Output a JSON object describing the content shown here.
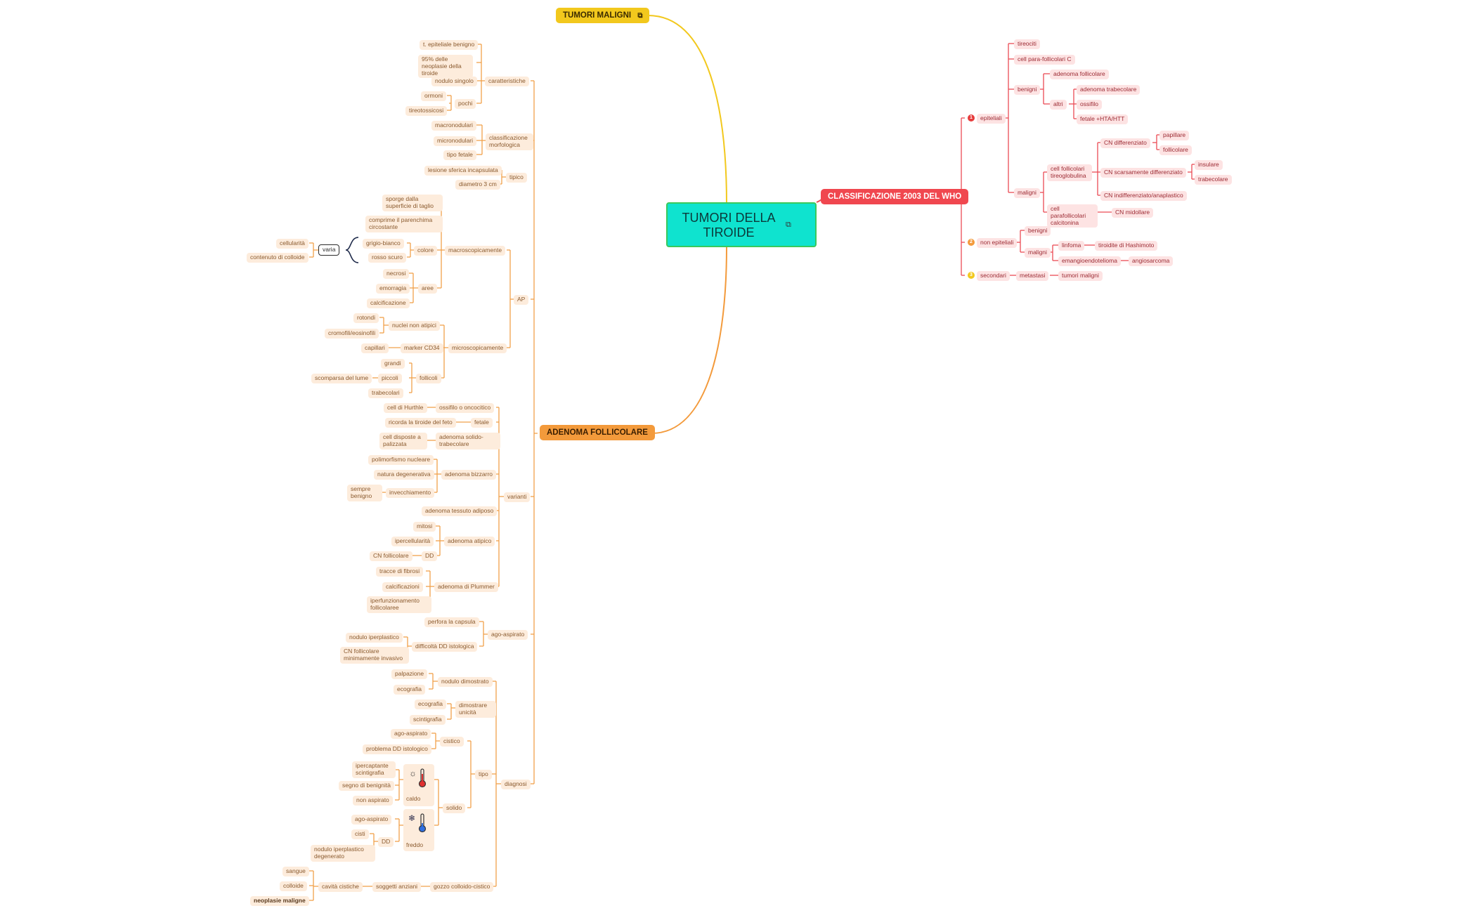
{
  "root": {
    "title": "TUMORI DELLA TIROIDE"
  },
  "branches": {
    "maligni": "TUMORI MALIGNI",
    "adenoma": "ADENOMA FOLLICOLARE",
    "who": "CLASSIFICAZIONE 2003 DEL WHO"
  },
  "who": {
    "epiteliali": "epiteliali",
    "tireociti": "tireociti",
    "cellule_c": "cell para-follicolari C",
    "benigni": "benigni",
    "adenoma_follicolare": "adenoma follicolare",
    "altri": "altri",
    "adenoma_trabecolare": "adenoma trabecolare",
    "ossifilo": "ossifilo",
    "fetale": "fetale +HTA/HTT",
    "maligni": "maligni",
    "cell_follicolari": "cell follicolari tireoglobulina",
    "cn_differenziato": "CN differenziato",
    "papillare": "papillare",
    "follicolare": "follicolare",
    "cn_scarsamente": "CN scarsamente differenziato",
    "insulare": "insulare",
    "trabecolare": "trabecolare",
    "cn_indifferenziato": "CN indifferenziato/anaplastico",
    "cell_parafollicolari": "cell parafollicolari calcitonina",
    "cn_midollare": "CN midollare",
    "non_epiteliali": "non epiteliali",
    "benigni2": "benigni",
    "maligni2": "maligni",
    "linfoma": "linfoma",
    "tiroidite": "tiroidite di Hashimoto",
    "emangioendotelioma": "emangioendotelioma",
    "angiosarcoma": "angiosarcoma",
    "secondari": "secondari",
    "metastasi": "metastasi",
    "tumori_maligni": "tumori maligni"
  },
  "adenoma": {
    "caratteristiche": "caratteristiche",
    "t_epiteliale": "t. epiteliale benigno",
    "neoplasie95": "95% delle neoplasie della tiroide",
    "nodulo_singolo": "nodulo singolo",
    "pochi": "pochi",
    "ormoni": "ormoni",
    "tireotossicosi": "tireotossicosi",
    "classificazione": "classificazione morfologica",
    "macronodulari": "macronodulari",
    "micronodulari": "micronodulari",
    "tipo_fetale": "tipo fetale",
    "tipico": "tipico",
    "lesione_sferica": "lesione sferica incapsulata",
    "diametro": "diametro 3 cm",
    "ap": "AP",
    "macroscopicamente": "macroscopicamente",
    "sporge": "sporge dalla superficie di taglio",
    "comprime": "comprime il parenchima circostante",
    "colore": "colore",
    "grigio_bianco": "grigio-bianco",
    "rosso_scuro": "rosso scuro",
    "varia": "varia",
    "cellularita": "cellularità",
    "contenuto_colloide": "contenuto di colloide",
    "aree": "aree",
    "necrosi": "necrosi",
    "emorragia": "emorragia",
    "calcificazione": "calcificazione",
    "microscopicamente": "microscopicamente",
    "nuclei": "nuclei non atipici",
    "rotondi": "rotondi",
    "cromofili": "cromofili/eosinofili",
    "marker": "marker CD34",
    "capillari": "capillari",
    "follicoli": "follicoli",
    "grandi": "grandi",
    "piccoli": "piccoli",
    "scomparsa": "scomparsa del lume",
    "trabecolari": "trabecolari",
    "varianti": "varianti",
    "ossifilo": "ossifilo o oncocitico",
    "hurthle": "cell di Hurthle",
    "fetale": "fetale",
    "ricorda": "ricorda la tiroide del feto",
    "adenoma_solido": "adenoma solido-trabecolare",
    "cell_disposte": "cell disposte a palizzata",
    "adenoma_bizzarro": "adenoma bizzarro",
    "polimorfismo": "polimorfismo nucleare",
    "natura": "natura degenerativa",
    "invecchiamento": "invecchiamento",
    "sempre_benigno": "sempre benigno",
    "tessuto_adiposo": "adenoma tessuto adiposo",
    "adenoma_atipico": "adenoma atipico",
    "mitosi": "mitosi",
    "ipercellularita": "ipercellularità",
    "dd": "DD",
    "cn_follicolare": "CN follicolare",
    "adenoma_plummer": "adenoma di Plummer",
    "tracce": "tracce di fibrosi",
    "calcificazioni": "calcificazioni",
    "iperfunzionamento": "iperfunzionamento follicolaree",
    "ago_aspirato": "ago-aspirato",
    "perfora": "perfora la capsula",
    "difficolta": "difficoltà DD istologica",
    "nodulo_iperplastico": "nodulo iperplastico",
    "cn_minimamente": "CN follicolare minimamente invasivo",
    "diagnosi": "diagnosi",
    "nodulo_dimostrato": "nodulo dimostrato",
    "palpazione": "palpazione",
    "ecografia": "ecografia",
    "dimostrare": "dimostrare unicità",
    "ecografia2": "ecografia",
    "scintigrafia": "scintigrafia",
    "tipo": "tipo",
    "cistico": "cistico",
    "ago_aspirato2": "ago-aspirato",
    "problema_dd": "problema DD istologico",
    "solido": "solido",
    "caldo": "caldo",
    "ipercaptante": "ipercaptante scintigrafia",
    "segno": "segno di benignità",
    "non_aspirato": "non aspirato",
    "freddo": "freddo",
    "ago_aspirato3": "ago-aspirato",
    "dd2": "DD",
    "cisti": "cisti",
    "nodulo_degenerato": "nodulo iperplastico degenerato",
    "gozzo": "gozzo colloido-cistico",
    "soggetti": "soggetti anziani",
    "cavita": "cavità cistiche",
    "sangue": "sangue",
    "colloide": "colloide",
    "neoplasie_maligne": "neoplasie maligne"
  },
  "colors": {
    "root_fill": "#0fe3cf",
    "root_border": "#3ac95c",
    "maligni_fill": "#f2c81d",
    "adenoma_fill": "#f39a3b",
    "who_fill": "#f0474f",
    "orange_line": "#f0a04a",
    "red_line": "#ec4b55"
  },
  "icons": [
    "link-icon",
    "thermometer-hot-icon",
    "thermometer-cold-icon",
    "sun-icon",
    "snowflake-icon"
  ]
}
